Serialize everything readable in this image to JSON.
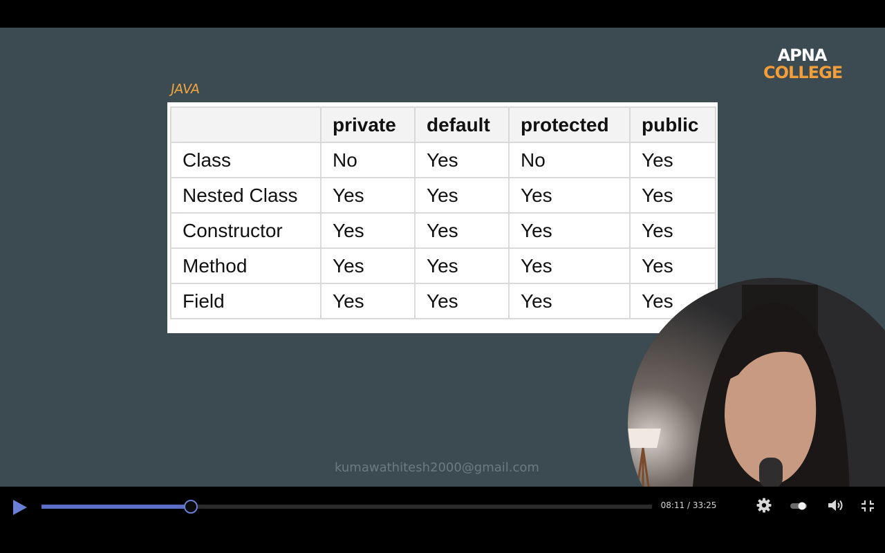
{
  "video": {
    "logo": {
      "line1": "APNA",
      "line2": "COLLEGE"
    },
    "board_label": "JAVA",
    "table": {
      "headers": [
        "",
        "private",
        "default",
        "protected",
        "public"
      ],
      "rows": [
        [
          "Class",
          "No",
          "Yes",
          "No",
          "Yes"
        ],
        [
          "Nested Class",
          "Yes",
          "Yes",
          "Yes",
          "Yes"
        ],
        [
          "Constructor",
          "Yes",
          "Yes",
          "Yes",
          "Yes"
        ],
        [
          "Method",
          "Yes",
          "Yes",
          "Yes",
          "Yes"
        ],
        [
          "Field",
          "Yes",
          "Yes",
          "Yes",
          "Yes"
        ]
      ]
    },
    "watermark": "kumawathitesh2000@gmail.com"
  },
  "player": {
    "time_display": "08:11 / 33:25",
    "progress_fraction": 0.244,
    "accent_color": "#5d6fc4",
    "icons": [
      "play-icon",
      "settings-gear-icon",
      "autoplay-toggle-icon",
      "volume-icon",
      "exit-fullscreen-icon"
    ]
  }
}
